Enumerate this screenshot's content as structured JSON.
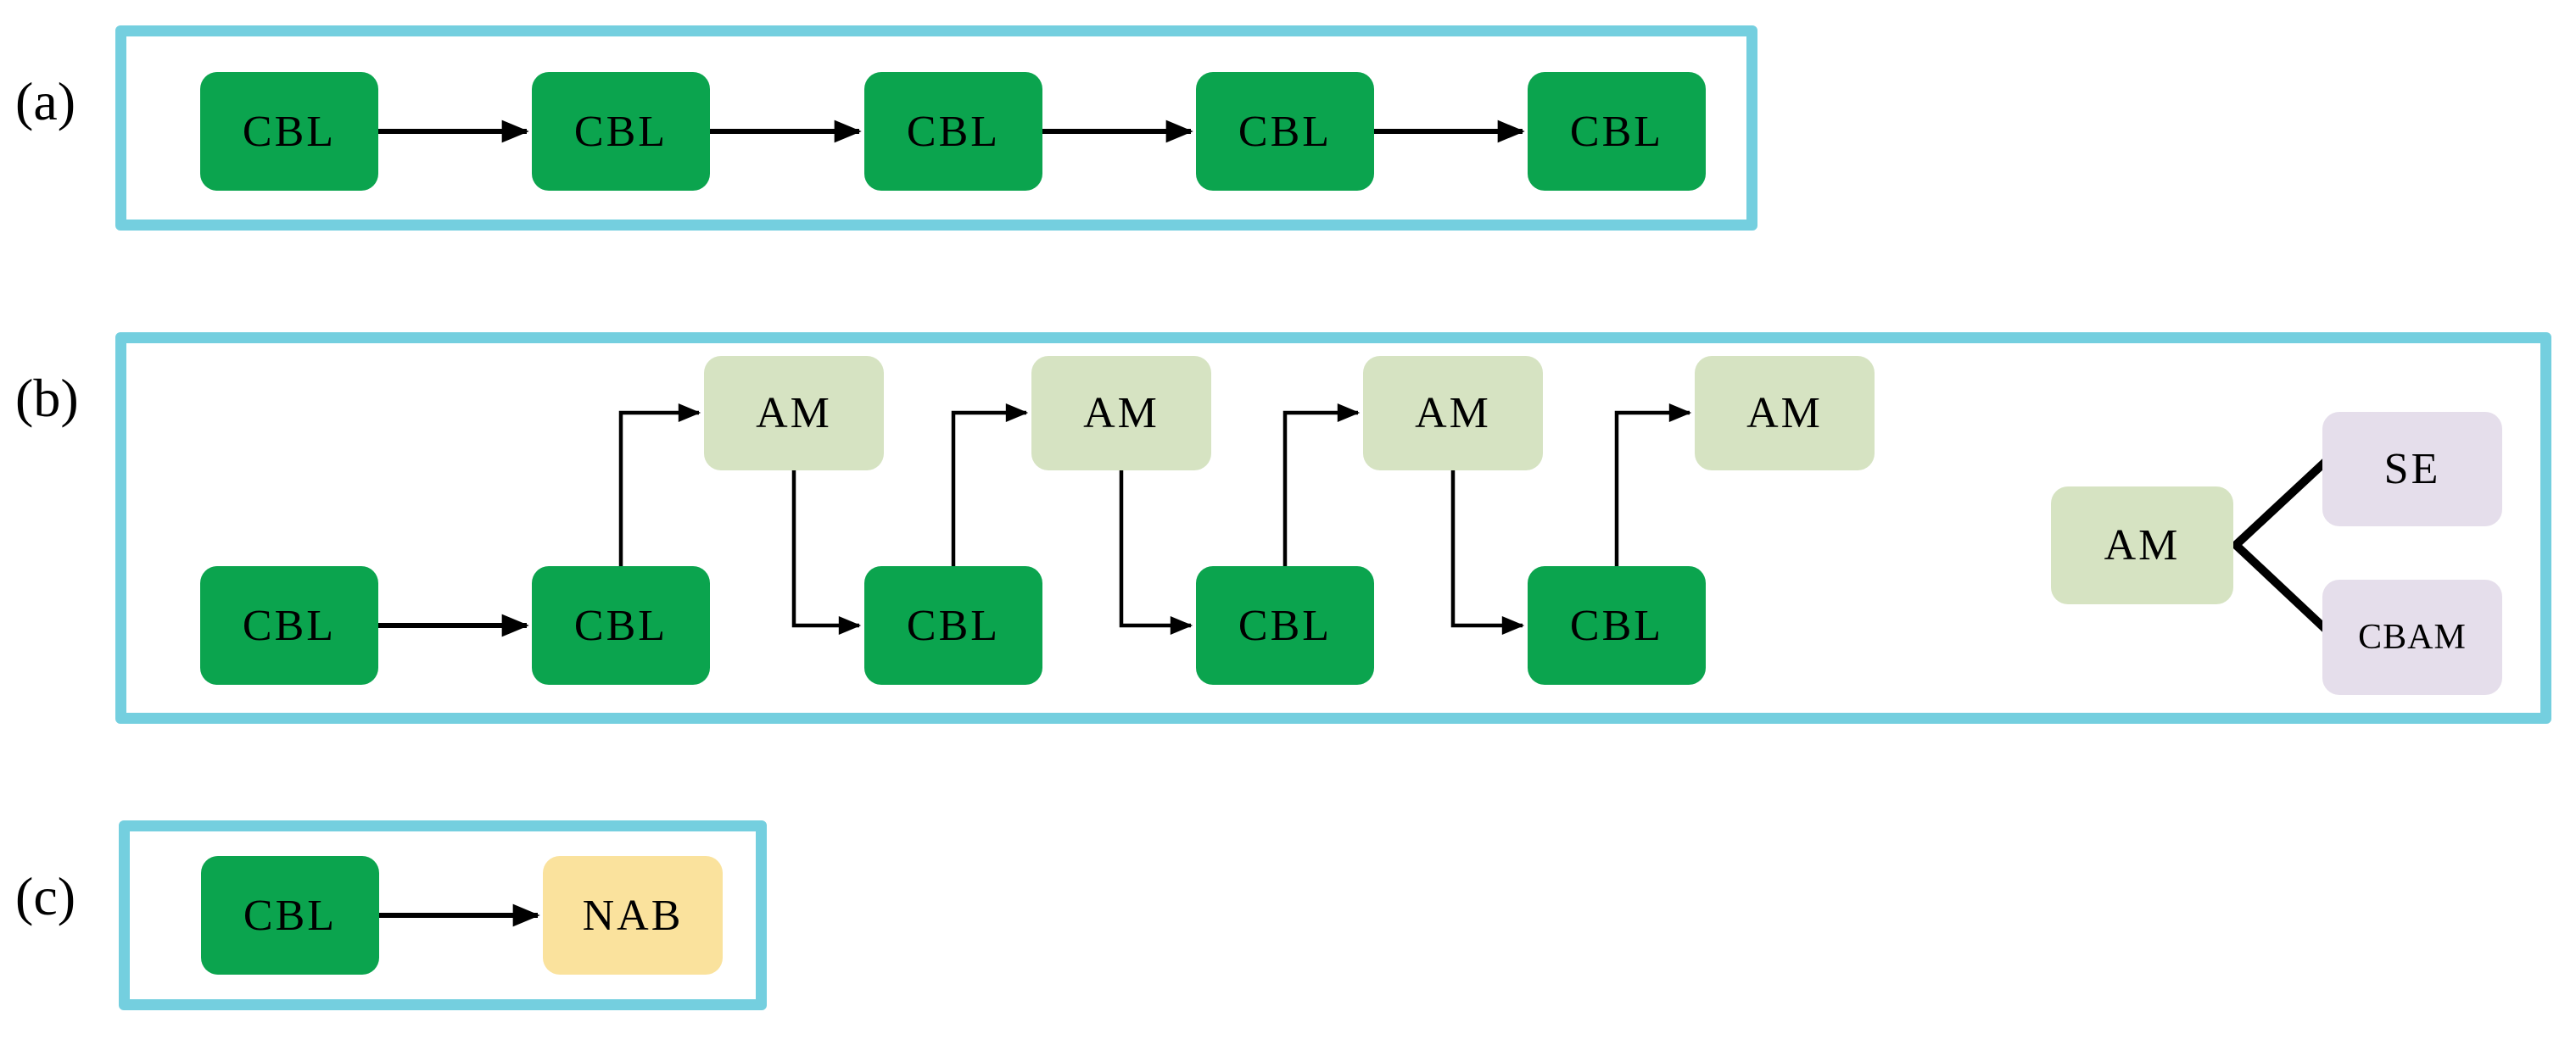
{
  "figure": {
    "colors": {
      "panel_border": "#74cfdf",
      "cbl_fill": "#0ba44e",
      "am_fill": "#d6e3c2",
      "attn_fill": "#e5deeb",
      "nab_fill": "#fae29d",
      "line_color": "#000000"
    },
    "panel_a": {
      "label": "(a)",
      "boxes": [
        "CBL",
        "CBL",
        "CBL",
        "CBL",
        "CBL"
      ]
    },
    "panel_b": {
      "label": "(b)",
      "cbl_boxes": [
        "CBL",
        "CBL",
        "CBL",
        "CBL",
        "CBL"
      ],
      "am_boxes": [
        "AM",
        "AM",
        "AM",
        "AM"
      ],
      "legend": {
        "am_label": "AM",
        "branch_options": [
          "SE",
          "CBAM"
        ]
      }
    },
    "panel_c": {
      "label": "(c)",
      "cbl_label": "CBL",
      "nab_label": "NAB"
    }
  }
}
